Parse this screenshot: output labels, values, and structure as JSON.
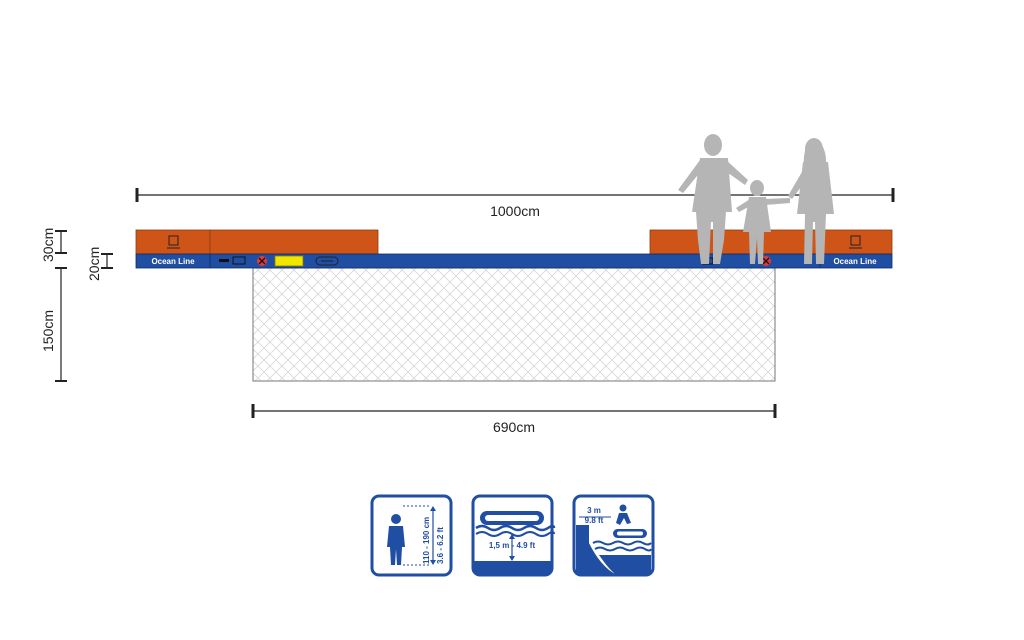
{
  "dimensions": {
    "total_length": "1000cm",
    "net_length": "690cm",
    "top_height": "30cm",
    "base_height": "20cm",
    "net_depth": "150cm"
  },
  "product": {
    "brand": "Ocean Line"
  },
  "colors": {
    "orange": "#cf5418",
    "blue": "#1f4ea3",
    "yellow": "#f2e600",
    "marker_red": "#e23a3a",
    "silhouette": "#b5b5b5",
    "net": "#cccccc"
  },
  "icons": {
    "height": {
      "name": "person-height-icon",
      "line1": "110 - 190 cm",
      "line2": "3.6 - 6.2 ft"
    },
    "depth": {
      "name": "water-depth-icon",
      "text": "1,5 m - 4.9 ft"
    },
    "jump": {
      "name": "jump-distance-icon",
      "line1": "3 m",
      "line2": "9.8 ft"
    }
  }
}
